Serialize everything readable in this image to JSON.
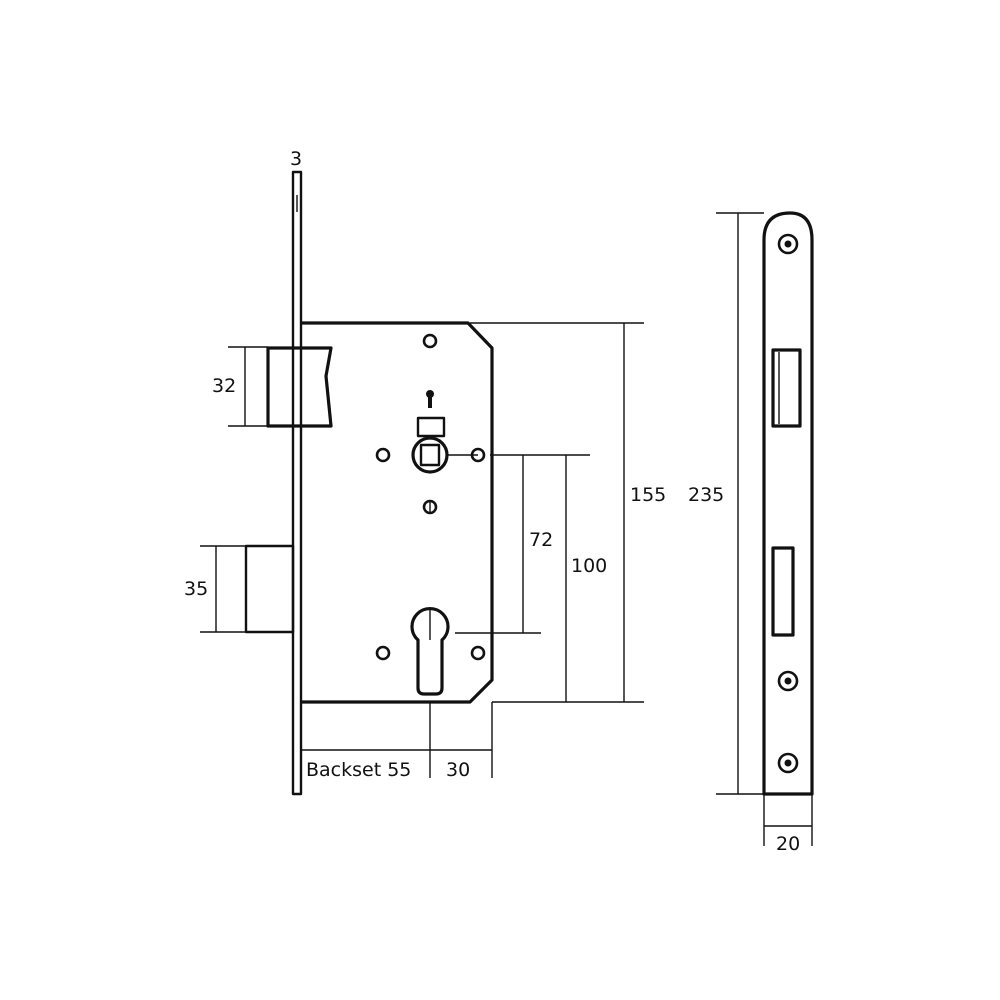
{
  "dimensions": {
    "faceplate_thickness": "3",
    "latch_height": "32",
    "bolt_height": "35",
    "follower_to_cylinder": "72",
    "case_100": "100",
    "case_height": "155",
    "faceplate_height": "235",
    "backset_label": "Backset 55",
    "backset_extra": "30",
    "faceplate_width": "20"
  },
  "colors": {
    "line": "#111111",
    "background": "#ffffff"
  }
}
